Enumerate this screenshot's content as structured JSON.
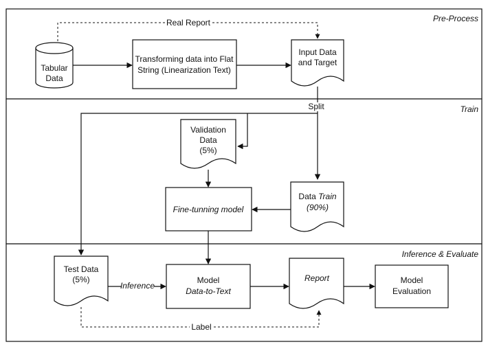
{
  "stages": {
    "preprocess": "Pre-Process",
    "train": "Train",
    "inference": "Inference & Evaluate"
  },
  "nodes": {
    "tabular_data": [
      "Tabular",
      "Data"
    ],
    "transform": [
      "Transforming data into Flat",
      "String (Linearization Text)"
    ],
    "input_data": [
      "Input Data",
      "and Target"
    ],
    "validation_data": [
      "Validation",
      "Data",
      "(5%)"
    ],
    "data_train": {
      "prefix": "Data ",
      "emph": "Train",
      "line2": "(90%)"
    },
    "fine_tuning": "Fine-tunning model",
    "test_data": [
      "Test Data",
      "(5%)"
    ],
    "model": {
      "line1": "Model",
      "line2": "Data-to-Text"
    },
    "report": "Report",
    "model_eval": [
      "Model",
      "Evaluation"
    ]
  },
  "edges": {
    "real_report": "Real Report",
    "split": "Split",
    "inference": "Inference",
    "label": "Label"
  },
  "colors": {
    "stroke": "#111111",
    "background": "#ffffff"
  }
}
